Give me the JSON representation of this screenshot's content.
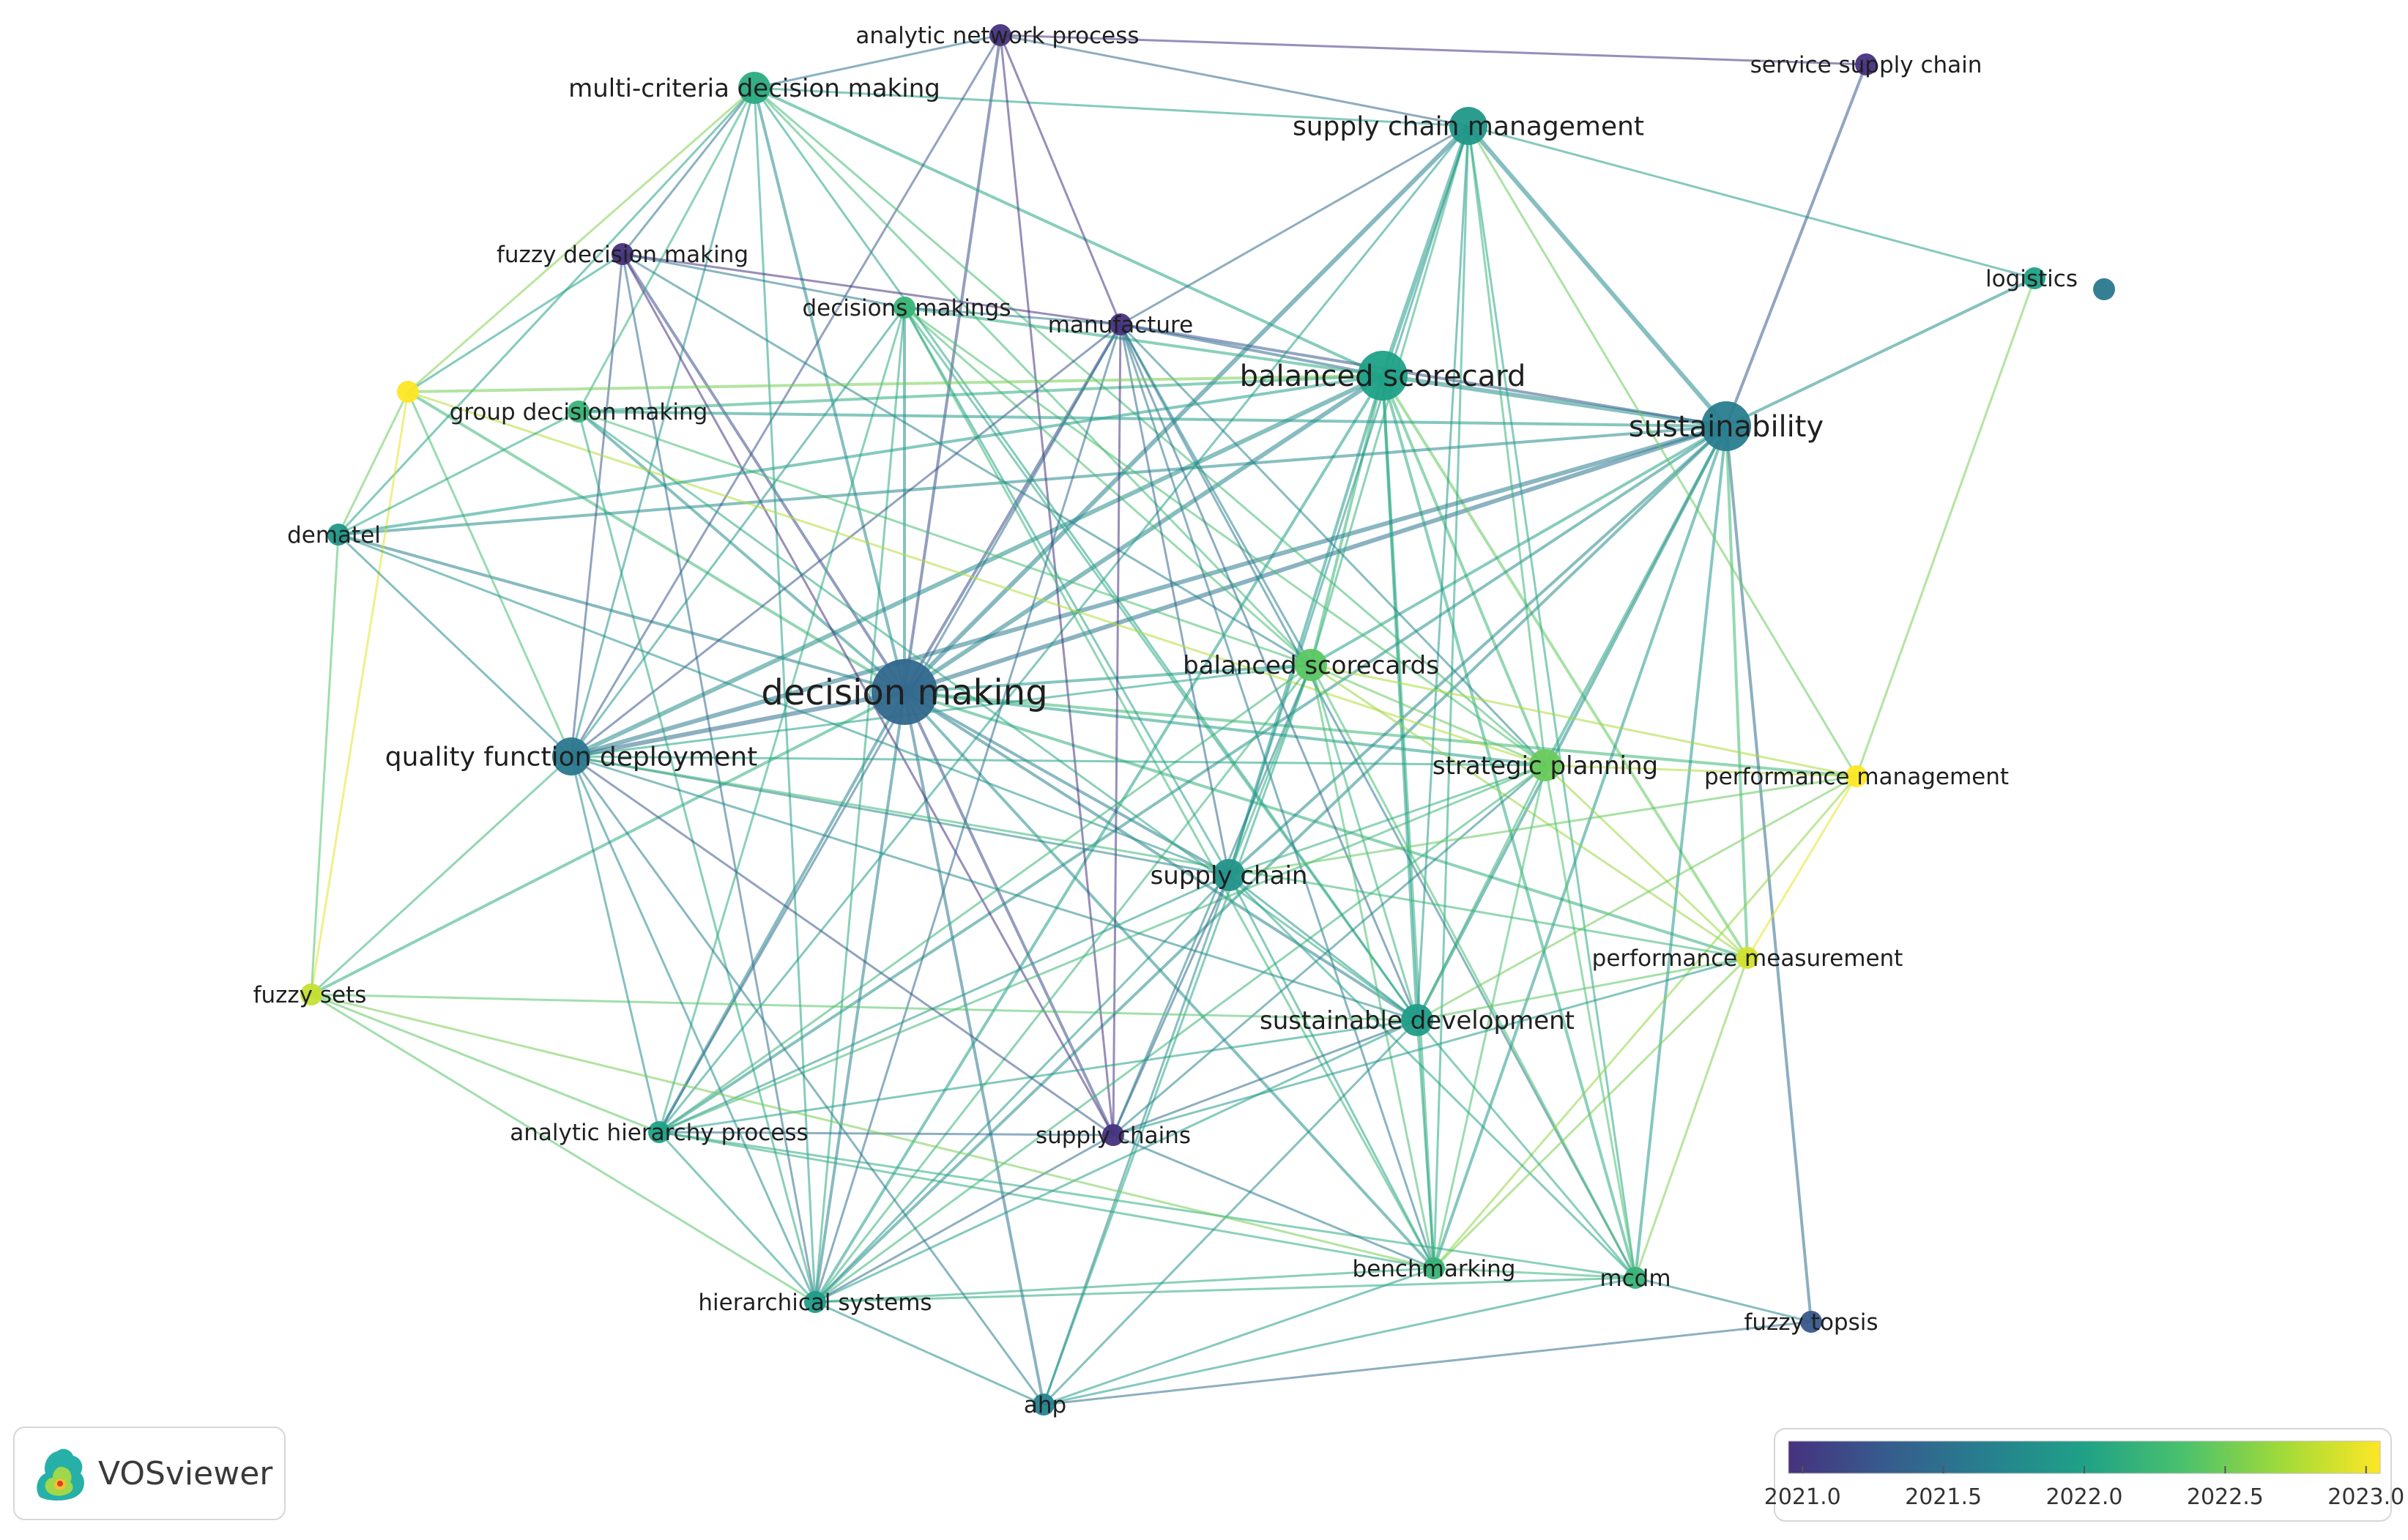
{
  "nodes": [
    {
      "id": "decision_making",
      "label": "decision making",
      "year": 2021.45,
      "weight": 9
    },
    {
      "id": "balanced_scorecard",
      "label": "balanced scorecard",
      "year": 2022.0,
      "weight": 6
    },
    {
      "id": "sustainability",
      "label": "sustainability",
      "year": 2021.65,
      "weight": 6
    },
    {
      "id": "supply_chain_management",
      "label": "supply chain management",
      "year": 2021.9,
      "weight": 5
    },
    {
      "id": "quality_function_deployment",
      "label": "quality function deployment",
      "year": 2021.6,
      "weight": 5
    },
    {
      "id": "analytic_network_process",
      "label": "analytic network process",
      "year": 2021.0,
      "weight": 3
    },
    {
      "id": "multi_criteria_decision_making",
      "label": "multi-criteria decision making",
      "year": 2022.1,
      "weight": 4
    },
    {
      "id": "service_supply_chain",
      "label": "service supply chain",
      "year": 2021.0,
      "weight": 3
    },
    {
      "id": "fuzzy_decision_making",
      "label": "fuzzy decision making",
      "year": 2021.0,
      "weight": 3
    },
    {
      "id": "decisions_makings",
      "label": "decisions makings",
      "year": 2022.2,
      "weight": 3
    },
    {
      "id": "manufacture",
      "label": "manufacture",
      "year": 2021.0,
      "weight": 3
    },
    {
      "id": "logistics",
      "label": "logistics",
      "year": 2022.0,
      "weight": 3
    },
    {
      "id": "unlabeled_blue",
      "label": "",
      "year": 2021.6,
      "weight": 3
    },
    {
      "id": "unlabeled_yellow",
      "label": "",
      "year": 2023.0,
      "weight": 3
    },
    {
      "id": "group_decision_making",
      "label": "group decision making",
      "year": 2022.2,
      "weight": 3
    },
    {
      "id": "dematel",
      "label": "dematel",
      "year": 2021.9,
      "weight": 3
    },
    {
      "id": "balanced_scorecards",
      "label": "balanced scorecards",
      "year": 2022.4,
      "weight": 4
    },
    {
      "id": "strategic_planning",
      "label": "strategic planning",
      "year": 2022.45,
      "weight": 4
    },
    {
      "id": "performance_management",
      "label": "performance management",
      "year": 2023.0,
      "weight": 3
    },
    {
      "id": "supply_chain",
      "label": "supply chain",
      "year": 2021.85,
      "weight": 4
    },
    {
      "id": "performance_measurement",
      "label": "performance measurement",
      "year": 2022.85,
      "weight": 3
    },
    {
      "id": "fuzzy_sets",
      "label": "fuzzy sets",
      "year": 2022.8,
      "weight": 3
    },
    {
      "id": "sustainable_development",
      "label": "sustainable development",
      "year": 2021.95,
      "weight": 4
    },
    {
      "id": "analytic_hierarchy_process",
      "label": "analytic hierarchy process",
      "year": 2022.0,
      "weight": 3
    },
    {
      "id": "supply_chains",
      "label": "supply chains",
      "year": 2021.0,
      "weight": 3
    },
    {
      "id": "benchmarking",
      "label": "benchmarking",
      "year": 2022.2,
      "weight": 3
    },
    {
      "id": "mcdm",
      "label": "mcdm",
      "year": 2022.2,
      "weight": 3
    },
    {
      "id": "hierarchical_systems",
      "label": "hierarchical systems",
      "year": 2021.95,
      "weight": 3
    },
    {
      "id": "fuzzy_topsis",
      "label": "fuzzy topsis",
      "year": 2021.3,
      "weight": 3
    },
    {
      "id": "ahp",
      "label": "ahp",
      "year": 2021.7,
      "weight": 3
    }
  ],
  "edges": [
    [
      "decision_making",
      "balanced_scorecard"
    ],
    [
      "decision_making",
      "sustainability"
    ],
    [
      "decision_making",
      "supply_chain_management"
    ],
    [
      "decision_making",
      "quality_function_deployment"
    ],
    [
      "decision_making",
      "analytic_network_process"
    ],
    [
      "decision_making",
      "multi_criteria_decision_making"
    ],
    [
      "decision_making",
      "fuzzy_decision_making"
    ],
    [
      "decision_making",
      "decisions_makings"
    ],
    [
      "decision_making",
      "manufacture"
    ],
    [
      "decision_making",
      "group_decision_making"
    ],
    [
      "decision_making",
      "dematel"
    ],
    [
      "decision_making",
      "balanced_scorecards"
    ],
    [
      "decision_making",
      "strategic_planning"
    ],
    [
      "decision_making",
      "performance_management"
    ],
    [
      "decision_making",
      "supply_chain"
    ],
    [
      "decision_making",
      "performance_measurement"
    ],
    [
      "decision_making",
      "sustainable_development"
    ],
    [
      "decision_making",
      "analytic_hierarchy_process"
    ],
    [
      "decision_making",
      "supply_chains"
    ],
    [
      "decision_making",
      "benchmarking"
    ],
    [
      "decision_making",
      "hierarchical_systems"
    ],
    [
      "decision_making",
      "ahp"
    ],
    [
      "decision_making",
      "fuzzy_sets"
    ],
    [
      "decision_making",
      "unlabeled_yellow"
    ],
    [
      "balanced_scorecard",
      "supply_chain_management"
    ],
    [
      "balanced_scorecard",
      "sustainability"
    ],
    [
      "balanced_scorecard",
      "manufacture"
    ],
    [
      "balanced_scorecard",
      "decisions_makings"
    ],
    [
      "balanced_scorecard",
      "balanced_scorecards"
    ],
    [
      "balanced_scorecard",
      "strategic_planning"
    ],
    [
      "balanced_scorecard",
      "sustainable_development"
    ],
    [
      "balanced_scorecard",
      "supply_chain"
    ],
    [
      "balanced_scorecard",
      "benchmarking"
    ],
    [
      "balanced_scorecard",
      "mcdm"
    ],
    [
      "balanced_scorecard",
      "performance_measurement"
    ],
    [
      "balanced_scorecard",
      "quality_function_deployment"
    ],
    [
      "balanced_scorecard",
      "hierarchical_systems"
    ],
    [
      "balanced_scorecard",
      "multi_criteria_decision_making"
    ],
    [
      "balanced_scorecard",
      "group_decision_making"
    ],
    [
      "sustainability",
      "supply_chain_management"
    ],
    [
      "sustainability",
      "service_supply_chain"
    ],
    [
      "sustainability",
      "logistics"
    ],
    [
      "sustainability",
      "quality_function_deployment"
    ],
    [
      "sustainability",
      "strategic_planning"
    ],
    [
      "sustainability",
      "sustainable_development"
    ],
    [
      "sustainability",
      "supply_chain"
    ],
    [
      "sustainability",
      "mcdm"
    ],
    [
      "sustainability",
      "benchmarking"
    ],
    [
      "sustainability",
      "balanced_scorecards"
    ],
    [
      "sustainability",
      "manufacture"
    ],
    [
      "sustainability",
      "analytic_hierarchy_process"
    ],
    [
      "sustainability",
      "fuzzy_topsis"
    ],
    [
      "sustainability",
      "performance_measurement"
    ],
    [
      "sustainability",
      "hierarchical_systems"
    ],
    [
      "sustainability",
      "dematel"
    ],
    [
      "supply_chain_management",
      "analytic_network_process"
    ],
    [
      "supply_chain_management",
      "multi_criteria_decision_making"
    ],
    [
      "supply_chain_management",
      "logistics"
    ],
    [
      "supply_chain_management",
      "strategic_planning"
    ],
    [
      "supply_chain_management",
      "sustainable_development"
    ],
    [
      "supply_chain_management",
      "balanced_scorecards"
    ],
    [
      "supply_chain_management",
      "supply_chain"
    ],
    [
      "supply_chain_management",
      "benchmarking"
    ],
    [
      "supply_chain_management",
      "manufacture"
    ],
    [
      "supply_chain_management",
      "performance_management"
    ],
    [
      "supply_chain_management",
      "mcdm"
    ],
    [
      "supply_chain_management",
      "analytic_hierarchy_process"
    ],
    [
      "analytic_network_process",
      "multi_criteria_decision_making"
    ],
    [
      "analytic_network_process",
      "service_supply_chain"
    ],
    [
      "analytic_network_process",
      "manufacture"
    ],
    [
      "analytic_network_process",
      "supply_chains"
    ],
    [
      "analytic_network_process",
      "quality_function_deployment"
    ],
    [
      "multi_criteria_decision_making",
      "fuzzy_decision_making"
    ],
    [
      "multi_criteria_decision_making",
      "dematel"
    ],
    [
      "multi_criteria_decision_making",
      "quality_function_deployment"
    ],
    [
      "multi_criteria_decision_making",
      "balanced_scorecards"
    ],
    [
      "multi_criteria_decision_making",
      "hierarchical_systems"
    ],
    [
      "multi_criteria_decision_making",
      "sustainable_development"
    ],
    [
      "multi_criteria_decision_making",
      "unlabeled_yellow"
    ],
    [
      "multi_criteria_decision_making",
      "group_decision_making"
    ],
    [
      "multi_criteria_decision_making",
      "strategic_planning"
    ],
    [
      "fuzzy_decision_making",
      "decisions_makings"
    ],
    [
      "fuzzy_decision_making",
      "manufacture"
    ],
    [
      "fuzzy_decision_making",
      "quality_function_deployment"
    ],
    [
      "fuzzy_decision_making",
      "supply_chains"
    ],
    [
      "fuzzy_decision_making",
      "hierarchical_systems"
    ],
    [
      "fuzzy_decision_making",
      "unlabeled_yellow"
    ],
    [
      "fuzzy_decision_making",
      "balanced_scorecards"
    ],
    [
      "decisions_makings",
      "manufacture"
    ],
    [
      "decisions_makings",
      "balanced_scorecards"
    ],
    [
      "decisions_makings",
      "strategic_planning"
    ],
    [
      "decisions_makings",
      "sustainable_development"
    ],
    [
      "decisions_makings",
      "quality_function_deployment"
    ],
    [
      "decisions_makings",
      "hierarchical_systems"
    ],
    [
      "decisions_makings",
      "supply_chain"
    ],
    [
      "decisions_makings",
      "analytic_hierarchy_process"
    ],
    [
      "decisions_makings",
      "benchmarking"
    ],
    [
      "manufacture",
      "supply_chains"
    ],
    [
      "manufacture",
      "supply_chain"
    ],
    [
      "manufacture",
      "balanced_scorecards"
    ],
    [
      "manufacture",
      "strategic_planning"
    ],
    [
      "manufacture",
      "sustainable_development"
    ],
    [
      "manufacture",
      "quality_function_deployment"
    ],
    [
      "manufacture",
      "analytic_hierarchy_process"
    ],
    [
      "manufacture",
      "benchmarking"
    ],
    [
      "manufacture",
      "mcdm"
    ],
    [
      "manufacture",
      "hierarchical_systems"
    ],
    [
      "logistics",
      "performance_management"
    ],
    [
      "unlabeled_yellow",
      "fuzzy_sets"
    ],
    [
      "unlabeled_yellow",
      "dematel"
    ],
    [
      "unlabeled_yellow",
      "balanced_scorecard"
    ],
    [
      "unlabeled_yellow",
      "strategic_planning"
    ],
    [
      "unlabeled_yellow",
      "quality_function_deployment"
    ],
    [
      "group_decision_making",
      "dematel"
    ],
    [
      "group_decision_making",
      "hierarchical_systems"
    ],
    [
      "group_decision_making",
      "sustainable_development"
    ],
    [
      "group_decision_making",
      "balanced_scorecards"
    ],
    [
      "group_decision_making",
      "sustainability"
    ],
    [
      "dematel",
      "supply_chain"
    ],
    [
      "dematel",
      "balanced_scorecard"
    ],
    [
      "dematel",
      "quality_function_deployment"
    ],
    [
      "dematel",
      "fuzzy_sets"
    ],
    [
      "balanced_scorecards",
      "strategic_planning"
    ],
    [
      "balanced_scorecards",
      "performance_management"
    ],
    [
      "balanced_scorecards",
      "supply_chain"
    ],
    [
      "balanced_scorecards",
      "performance_measurement"
    ],
    [
      "balanced_scorecards",
      "sustainable_development"
    ],
    [
      "balanced_scorecards",
      "supply_chains"
    ],
    [
      "balanced_scorecards",
      "benchmarking"
    ],
    [
      "balanced_scorecards",
      "mcdm"
    ],
    [
      "balanced_scorecards",
      "hierarchical_systems"
    ],
    [
      "balanced_scorecards",
      "analytic_hierarchy_process"
    ],
    [
      "balanced_scorecards",
      "quality_function_deployment"
    ],
    [
      "balanced_scorecards",
      "ahp"
    ],
    [
      "strategic_planning",
      "performance_management"
    ],
    [
      "strategic_planning",
      "supply_chain"
    ],
    [
      "strategic_planning",
      "performance_measurement"
    ],
    [
      "strategic_planning",
      "sustainable_development"
    ],
    [
      "strategic_planning",
      "benchmarking"
    ],
    [
      "strategic_planning",
      "mcdm"
    ],
    [
      "strategic_planning",
      "supply_chains"
    ],
    [
      "strategic_planning",
      "hierarchical_systems"
    ],
    [
      "strategic_planning",
      "quality_function_deployment"
    ],
    [
      "strategic_planning",
      "analytic_hierarchy_process"
    ],
    [
      "performance_management",
      "supply_chain"
    ],
    [
      "performance_management",
      "performance_measurement"
    ],
    [
      "performance_management",
      "sustainable_development"
    ],
    [
      "performance_management",
      "benchmarking"
    ],
    [
      "supply_chain",
      "sustainable_development"
    ],
    [
      "supply_chain",
      "supply_chains"
    ],
    [
      "supply_chain",
      "benchmarking"
    ],
    [
      "supply_chain",
      "hierarchical_systems"
    ],
    [
      "supply_chain",
      "analytic_hierarchy_process"
    ],
    [
      "supply_chain",
      "mcdm"
    ],
    [
      "supply_chain",
      "ahp"
    ],
    [
      "supply_chain",
      "quality_function_deployment"
    ],
    [
      "performance_measurement",
      "sustainable_development"
    ],
    [
      "performance_measurement",
      "benchmarking"
    ],
    [
      "performance_measurement",
      "mcdm"
    ],
    [
      "performance_measurement",
      "supply_chains"
    ],
    [
      "performance_measurement",
      "quality_function_deployment"
    ],
    [
      "sustainable_development",
      "supply_chains"
    ],
    [
      "sustainable_development",
      "benchmarking"
    ],
    [
      "sustainable_development",
      "mcdm"
    ],
    [
      "sustainable_development",
      "hierarchical_systems"
    ],
    [
      "sustainable_development",
      "analytic_hierarchy_process"
    ],
    [
      "sustainable_development",
      "quality_function_deployment"
    ],
    [
      "sustainable_development",
      "ahp"
    ],
    [
      "sustainable_development",
      "fuzzy_sets"
    ],
    [
      "analytic_hierarchy_process",
      "benchmarking"
    ],
    [
      "analytic_hierarchy_process",
      "hierarchical_systems"
    ],
    [
      "analytic_hierarchy_process",
      "mcdm"
    ],
    [
      "analytic_hierarchy_process",
      "fuzzy_sets"
    ],
    [
      "analytic_hierarchy_process",
      "quality_function_deployment"
    ],
    [
      "analytic_hierarchy_process",
      "supply_chains"
    ],
    [
      "supply_chains",
      "benchmarking"
    ],
    [
      "supply_chains",
      "hierarchical_systems"
    ],
    [
      "supply_chains",
      "quality_function_deployment"
    ],
    [
      "benchmarking",
      "mcdm"
    ],
    [
      "benchmarking",
      "hierarchical_systems"
    ],
    [
      "benchmarking",
      "ahp"
    ],
    [
      "mcdm",
      "fuzzy_topsis"
    ],
    [
      "mcdm",
      "ahp"
    ],
    [
      "mcdm",
      "hierarchical_systems"
    ],
    [
      "hierarchical_systems",
      "ahp"
    ],
    [
      "hierarchical_systems",
      "fuzzy_sets"
    ],
    [
      "hierarchical_systems",
      "quality_function_deployment"
    ],
    [
      "fuzzy_topsis",
      "ahp"
    ],
    [
      "quality_function_deployment",
      "fuzzy_sets"
    ],
    [
      "quality_function_deployment",
      "ahp"
    ],
    [
      "fuzzy_sets",
      "benchmarking"
    ]
  ],
  "branding": {
    "app_name": "VOSviewer"
  },
  "legend": {
    "ticks": [
      "2021.0",
      "2021.5",
      "2022.0",
      "2022.5",
      "2023.0"
    ],
    "range": [
      2020.95,
      2023.05
    ],
    "colors": [
      "#46327e",
      "#365c8d",
      "#277f8e",
      "#1fa187",
      "#4ac16d",
      "#a0da39",
      "#fde725"
    ]
  }
}
